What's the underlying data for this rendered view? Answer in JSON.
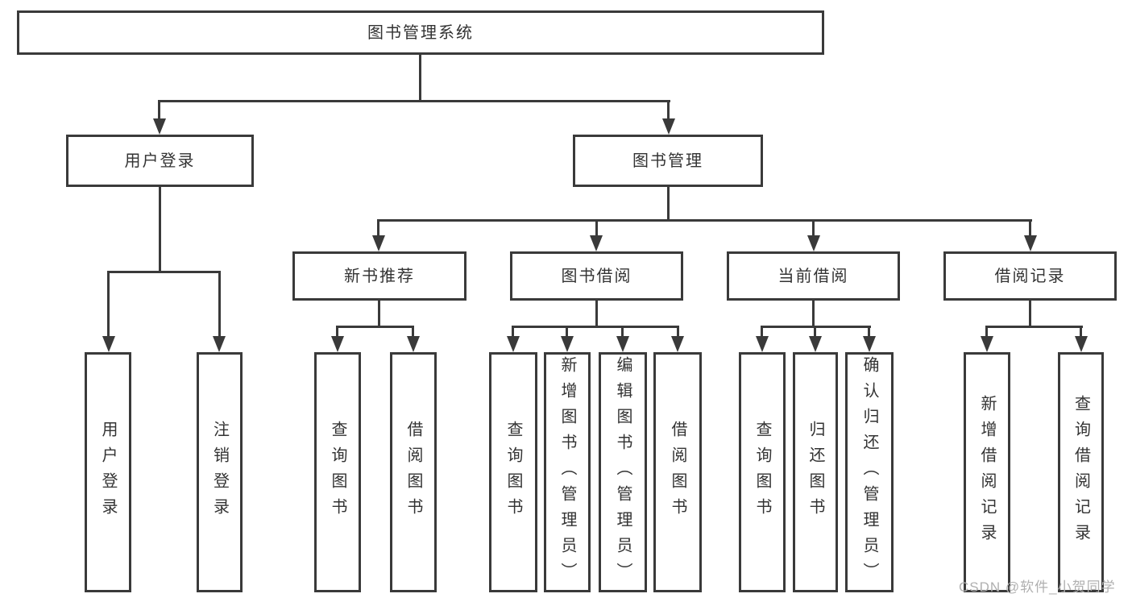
{
  "tree": {
    "label": "图书管理系统",
    "children": [
      {
        "label": "用户登录",
        "children": [
          {
            "label": "用户登录"
          },
          {
            "label": "注销登录"
          }
        ]
      },
      {
        "label": "图书管理",
        "children": [
          {
            "label": "新书推荐",
            "children": [
              {
                "label": "查询图书"
              },
              {
                "label": "借阅图书"
              }
            ]
          },
          {
            "label": "图书借阅",
            "children": [
              {
                "label": "查询图书"
              },
              {
                "label": "新增图书（管理员）"
              },
              {
                "label": "编辑图书（管理员）"
              },
              {
                "label": "借阅图书"
              }
            ]
          },
          {
            "label": "当前借阅",
            "children": [
              {
                "label": "查询图书"
              },
              {
                "label": "归还图书"
              },
              {
                "label": "确认归还（管理员）"
              }
            ]
          },
          {
            "label": "借阅记录",
            "children": [
              {
                "label": "新增借阅记录"
              },
              {
                "label": "查询借阅记录"
              }
            ]
          }
        ]
      }
    ]
  },
  "watermark": {
    "text": "CSDN @软件_小贺同学"
  },
  "colors": {
    "line": "#3a3a3a",
    "text": "#333333",
    "watermark": "#b0b0b0",
    "background": "#ffffff"
  }
}
